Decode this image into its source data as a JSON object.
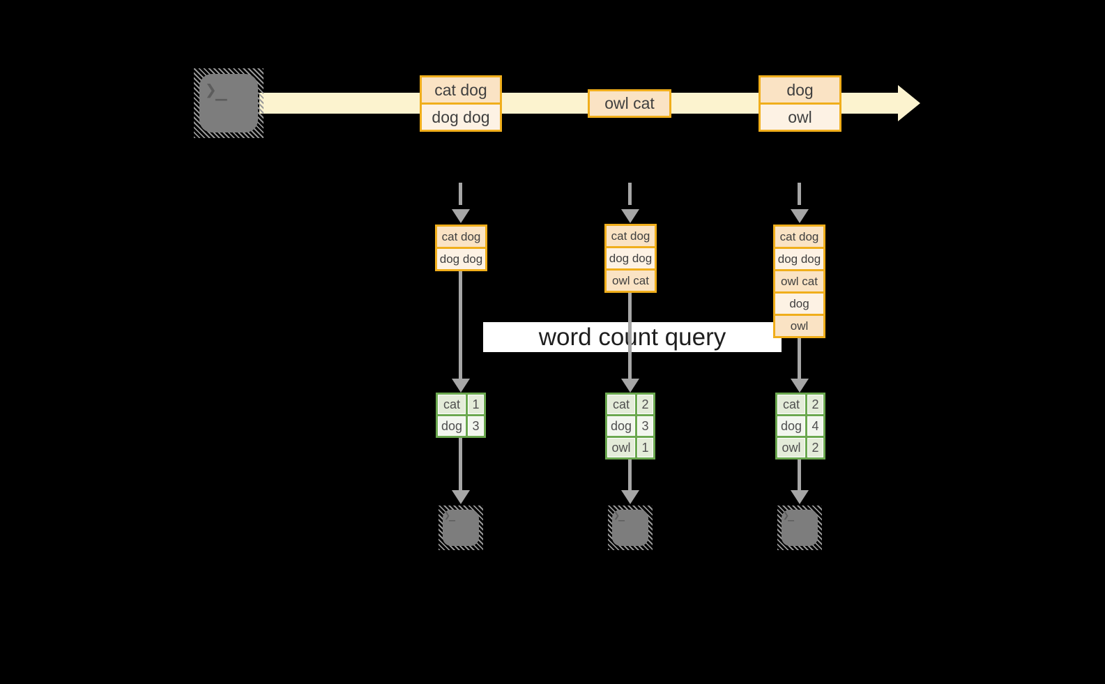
{
  "query": {
    "label": "word count query"
  },
  "icons": {
    "source_terminal": "❯_",
    "output_terminal": "❯_"
  },
  "colors": {
    "background": "#000000",
    "stream_band": "#fcf3cf",
    "event_border": "#f0ae1b",
    "event_fill_dark": "#fae3c4",
    "event_fill_light": "#fdf2e4",
    "table_border": "#6ba84f",
    "table_fill_dark": "#e4ecd9",
    "table_fill_light": "#f2f6ee",
    "arrow_gray": "#a6a6a6",
    "text_gray": "#3f3f3f",
    "query_band_bg": "#ffffff",
    "terminal_fill": "#7d7d7d"
  },
  "timeline": {
    "events": [
      {
        "lines": [
          "cat dog",
          "dog dog"
        ]
      },
      {
        "lines": [
          "owl cat"
        ]
      },
      {
        "lines": [
          "dog",
          "owl"
        ]
      }
    ]
  },
  "columns": [
    {
      "buffer": [
        "cat dog",
        "dog dog"
      ],
      "counts": [
        {
          "word": "cat",
          "count": "1"
        },
        {
          "word": "dog",
          "count": "3"
        }
      ]
    },
    {
      "buffer": [
        "cat dog",
        "dog dog",
        "owl cat"
      ],
      "counts": [
        {
          "word": "cat",
          "count": "2"
        },
        {
          "word": "dog",
          "count": "3"
        },
        {
          "word": "owl",
          "count": "1"
        }
      ]
    },
    {
      "buffer": [
        "cat dog",
        "dog dog",
        "owl cat",
        "dog",
        "owl"
      ],
      "counts": [
        {
          "word": "cat",
          "count": "2"
        },
        {
          "word": "dog",
          "count": "4"
        },
        {
          "word": "owl",
          "count": "2"
        }
      ]
    }
  ]
}
